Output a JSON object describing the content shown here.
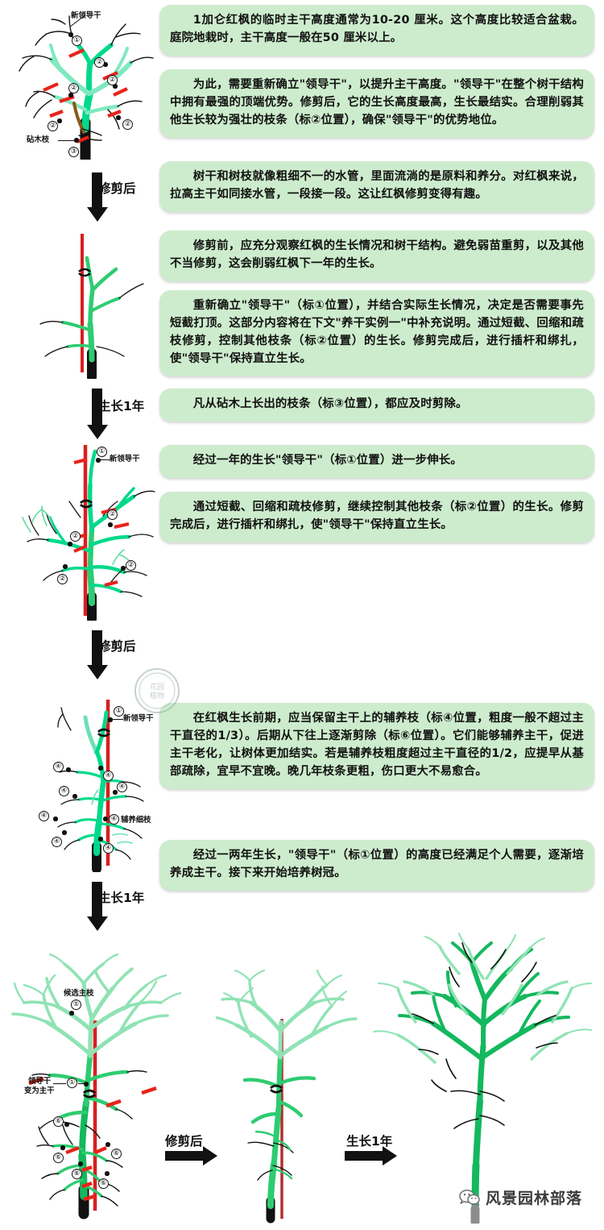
{
  "meta": {
    "subject": "红枫主干培养修剪图解",
    "colors": {
      "bubble_bg": "#cdeccd",
      "branch_bright": "#00d98b",
      "branch_mid": "#2ecc71",
      "branch_pale": "#8fe3b4",
      "branch_dark": "#14b85e",
      "cut_mark": "#e8231a",
      "stake": "#d81f1f",
      "rootstock": "#8a5a18",
      "base": "#111111",
      "text": "#111111"
    }
  },
  "bubbles": [
    {
      "id": "b1",
      "text": "1加仑红枫的临时主干高度通常为10-20 厘米。这个高度比较适合盆栽。庭院地栽时，主干高度一般在50 厘米以上。"
    },
    {
      "id": "b2",
      "text": "为此，需要重新确立\"领导干\"，以提升主干高度。\"领导干\"在整个树干结构中拥有最强的顶端优势。修剪后，它的生长高度最高，生长最结实。合理削弱其他生长较为强壮的枝条（标②位置），确保\"领导干\"的优势地位。"
    },
    {
      "id": "b3",
      "text": "树干和树枝就像粗细不一的水管，里面流淌的是原料和养分。对红枫来说，拉高主干如同接水管，一段接一段。这让红枫修剪变得有趣。"
    },
    {
      "id": "b4",
      "text": "修剪前，应充分观察红枫的生长情况和树干结构。避免弱苗重剪，以及其他不当修剪，这会削弱红枫下一年的生长。"
    },
    {
      "id": "b5",
      "text": "重新确立\"领导干\"（标①位置），并结合实际生长情况，决定是否需要事先短截打顶。这部分内容将在下文\"养干实例一\"中补充说明。通过短截、回缩和疏枝修剪，控制其他枝条（标②位置）的生长。修剪完成后，进行插杆和绑扎，使\"领导干\"保持直立生长。"
    },
    {
      "id": "b6",
      "text": "凡从砧木上长出的枝条（标③位置），都应及时剪除。"
    },
    {
      "id": "b7",
      "text": "经过一年的生长\"领导干\"（标①位置）进一步伸长。"
    },
    {
      "id": "b8",
      "text": "通过短截、回缩和疏枝修剪，继续控制其他枝条（标②位置）的生长。修剪完成后，进行插杆和绑扎，使\"领导干\"保持直立生长。"
    },
    {
      "id": "b9",
      "text": "在红枫生长前期，应当保留主干上的辅养枝（标④位置，粗度一般不超过主干直径的1/3）。后期从下往上逐渐剪除（标⑥位置）。它们能够辅养主干，促进主干老化，让树体更加结实。若是辅养枝粗度超过主干直径的1/2，应提早从基部疏除，宜早不宜晚。晚几年枝条更粗，伤口更大不易愈合。"
    },
    {
      "id": "b10",
      "text": "经过一两年生长，\"领导干\"（标①位置）的高度已经满足个人需要，逐渐培养成主干。接下来开始培养树冠。"
    }
  ],
  "stage_arrows": [
    {
      "id": "a1",
      "label": "修剪后"
    },
    {
      "id": "a2",
      "label": "生长1年"
    },
    {
      "id": "a3",
      "label": "修剪后"
    },
    {
      "id": "a4",
      "label": "生长1年"
    },
    {
      "id": "a5",
      "label": "修剪后"
    },
    {
      "id": "a6",
      "label": "生长1年"
    }
  ],
  "diagram_labels": {
    "new_leader": "新领导干",
    "rootstock_branch": "砧木枝",
    "aux_fine_branch": "辅养细枝",
    "candidate_main_branch": "候选主枝",
    "leader_becomes_trunk_line1": "领导干",
    "leader_becomes_trunk_line2": "变为主干"
  },
  "markers": {
    "m1": "①",
    "m2": "②",
    "m3": "③",
    "m4": "④",
    "m5": "⑤",
    "m6": "⑥"
  },
  "stage1_markers": [
    {
      "n": "①"
    },
    {
      "n": "②"
    },
    {
      "n": "②"
    },
    {
      "n": "②"
    },
    {
      "n": "②"
    },
    {
      "n": "②"
    },
    {
      "n": "③"
    }
  ],
  "stage3_markers": [
    {
      "n": "①"
    },
    {
      "n": "②"
    },
    {
      "n": "②"
    },
    {
      "n": "②"
    },
    {
      "n": "②"
    }
  ],
  "stage4_markers": [
    {
      "n": "①"
    },
    {
      "n": "④"
    },
    {
      "n": "④"
    },
    {
      "n": "④"
    },
    {
      "n": "④"
    },
    {
      "n": "④"
    },
    {
      "n": "④"
    },
    {
      "n": "④"
    }
  ],
  "stage5_markers": [
    {
      "n": "⑤"
    },
    {
      "n": "①"
    },
    {
      "n": "⑥"
    },
    {
      "n": "⑥"
    },
    {
      "n": "⑥"
    },
    {
      "n": "⑥"
    }
  ],
  "watermark": {
    "name": "花园植物-round-stamp"
  },
  "footer": {
    "brand": "风景园林部落",
    "icon": "wechat-icon"
  }
}
